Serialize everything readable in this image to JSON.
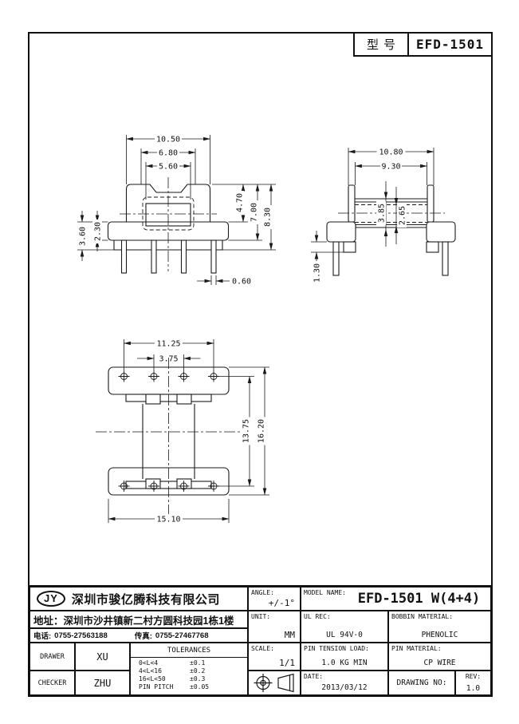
{
  "header": {
    "model_label": "型号",
    "model_value": "EFD-1501"
  },
  "views": {
    "front": {
      "width_outer": "10.50",
      "width_mid": "6.80",
      "width_inner": "5.60",
      "height_top": "4.70",
      "height_mid": "7.00",
      "height_total": "8.30",
      "left_outer": "3.60",
      "left_inner": "2.30",
      "pin_width": "0.60"
    },
    "side": {
      "width_outer": "10.80",
      "width_inner": "9.30",
      "depth_outer": "3.85",
      "depth_inner": "2.65",
      "pin_seat": "1.30"
    },
    "bottom": {
      "pin_span": "11.25",
      "pin_pitch": "3.75",
      "pin_rows": "13.75",
      "overall": "16.20",
      "flange_width": "15.10"
    }
  },
  "title_block": {
    "logo": "JY",
    "company": "深圳市骏亿腾科技有限公司",
    "address_label": "地址：",
    "address": "深圳市沙井镇新二村方圆科技园1栋1楼",
    "phone_label": "电话:",
    "phone": "0755-27563188",
    "fax_label": "传真:",
    "fax": "0755-27467768",
    "drawer_label": "DRAWER",
    "drawer": "XU",
    "checker_label": "CHECKER",
    "checker": "ZHU",
    "tolerances_title": "TOLERANCES",
    "tolerances": [
      {
        "range": "0<L<4",
        "value": "±0.1"
      },
      {
        "range": "4<L<16",
        "value": "±0.2"
      },
      {
        "range": "16<L<50",
        "value": "±0.3"
      },
      {
        "range": "PIN PITCH",
        "value": "±0.05"
      }
    ],
    "angle_label": "ANGLE:",
    "angle": "+/-1°",
    "unit_label": "UNIT:",
    "unit": "MM",
    "scale_label": "SCALE:",
    "scale": "1/1",
    "model_name_label": "MODEL NAME:",
    "model_name": "EFD-1501 W(4+4)",
    "ul_label": "UL REC:",
    "ul": "UL 94V-0",
    "tension_label": "PIN TENSION LOAD:",
    "tension": "1.0 KG MIN",
    "date_label": "DATE:",
    "date": "2013/03/12",
    "bobbin_label": "BOBBIN MATERIAL:",
    "bobbin": "PHENOLIC",
    "pinmat_label": "PIN MATERIAL:",
    "pinmat": "CP WIRE",
    "drawing_no_label": "DRAWING NO:",
    "rev_label": "REV:",
    "rev": "1.0"
  },
  "colors": {
    "line": "#1a1a1a",
    "paper": "#ffffff"
  }
}
